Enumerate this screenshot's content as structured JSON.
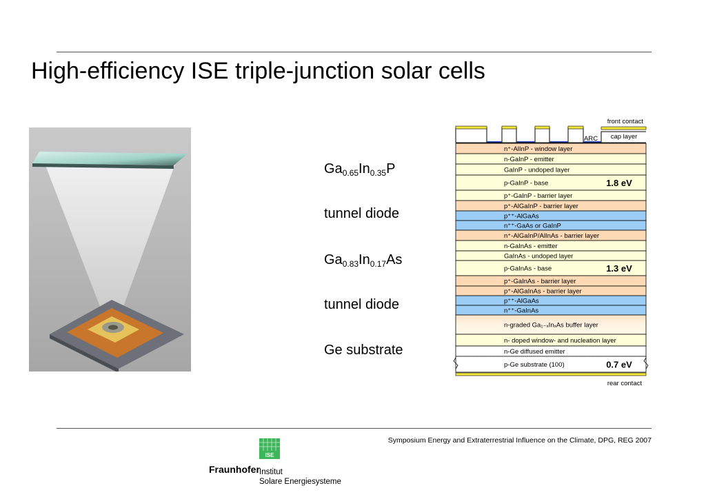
{
  "slide": {
    "title": "High-efficiency ISE triple-junction solar cells"
  },
  "labels": {
    "junction_top": {
      "base": "Ga",
      "s1": "0.65",
      "mid": "In",
      "s2": "0.35",
      "end": "P"
    },
    "tunnel1": "tunnel diode",
    "junction_mid": {
      "base": "Ga",
      "s1": "0.83",
      "mid": "In",
      "s2": "0.17",
      "end": "As"
    },
    "tunnel2": "tunnel diode",
    "substrate": "Ge substrate"
  },
  "stack": {
    "front_contact": "front contact",
    "arc": "ARC",
    "cap_layer": "cap layer",
    "rear_contact": "rear contact",
    "layers": [
      {
        "text": "n⁺-AlInP - window layer",
        "color": "orange"
      },
      {
        "text": "n-GaInP - emitter",
        "color": "cream"
      },
      {
        "text": "GaInP - undoped layer",
        "color": "cream"
      },
      {
        "text": "p-GaInP - base",
        "color": "cream",
        "energy": "1.8 eV"
      },
      {
        "text": "p⁺-GaInP - barrier layer",
        "color": "cream"
      },
      {
        "text": "p⁺-AlGaInP - barrier layer",
        "color": "orange"
      },
      {
        "text": "p⁺⁺-AlGaAs",
        "color": "blue"
      },
      {
        "text": "n⁺⁺-GaAs or GaInP",
        "color": "blue"
      },
      {
        "text": "n⁺-AlGaInP/AlInAs - barrier layer",
        "color": "orange"
      },
      {
        "text": "n-GaInAs - emitter",
        "color": "cream"
      },
      {
        "text": "GaInAs - undoped layer",
        "color": "cream"
      },
      {
        "text": "p-GaInAs - base",
        "color": "cream",
        "energy": "1.3 eV"
      },
      {
        "text": "p⁺-GaInAs - barrier layer",
        "color": "orange"
      },
      {
        "text": "p⁺-AlGaInAs - barrier layer",
        "color": "orange"
      },
      {
        "text": "p⁺⁺-AlGaAs",
        "color": "blue"
      },
      {
        "text": "n⁺⁺-GaInAs",
        "color": "blue"
      },
      {
        "text": "n-graded Ga₁₋ₓInₓAs buffer layer",
        "color": "gradient"
      },
      {
        "text": "n- doped window- and nucleation layer",
        "color": "cream"
      },
      {
        "text": "n-Ge diffused emitter",
        "color": "white"
      },
      {
        "text": "p-Ge substrate (100)",
        "color": "white",
        "energy": "0.7 eV"
      }
    ]
  },
  "footer": {
    "text": "Symposium Energy and Extraterrestrial Influence on the Climate, DPG, REG 2007",
    "logo_badge": "ISE",
    "logo_name": "Fraunhofer",
    "logo_inst1": "Institut",
    "logo_inst2": "Solare Energiesysteme"
  },
  "colors": {
    "orange": "#fdd9b5",
    "cream": "#ffffd9",
    "blue": "#9ccdf7",
    "contact": "#f5e63c",
    "logo_green": "#3db65b"
  }
}
